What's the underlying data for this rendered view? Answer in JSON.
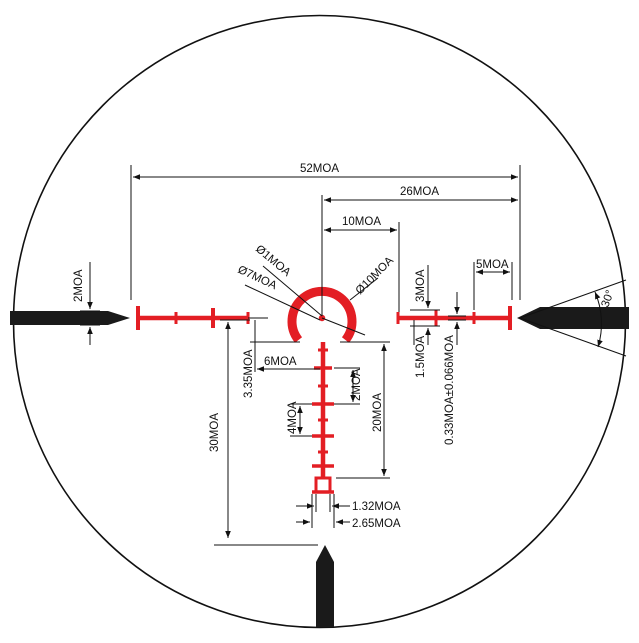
{
  "colors": {
    "reticle_red": "#e31e24",
    "ink": "#111111",
    "post": "#1a1a1a"
  },
  "labels": {
    "total_width": "52MOA",
    "half_width": "26MOA",
    "ten": "10MOA",
    "dot": "Ø1MOA",
    "ring_inner": "Ø7MOA",
    "ring_outer": "Ø10MOA",
    "five": "5MOA",
    "angle": "30°",
    "post_thick_left": "2MOA",
    "three": "3MOA",
    "one_five": "1.5MOA",
    "line_thick": "0.33MOA±0.066MOA",
    "six": "6MOA",
    "three_35": "3.35MOA",
    "thirty": "30MOA",
    "two_vert": "2MOA",
    "four": "4MOA",
    "twenty": "20MOA",
    "one_32": "1.32MOA",
    "two_65": "2.65MOA"
  }
}
